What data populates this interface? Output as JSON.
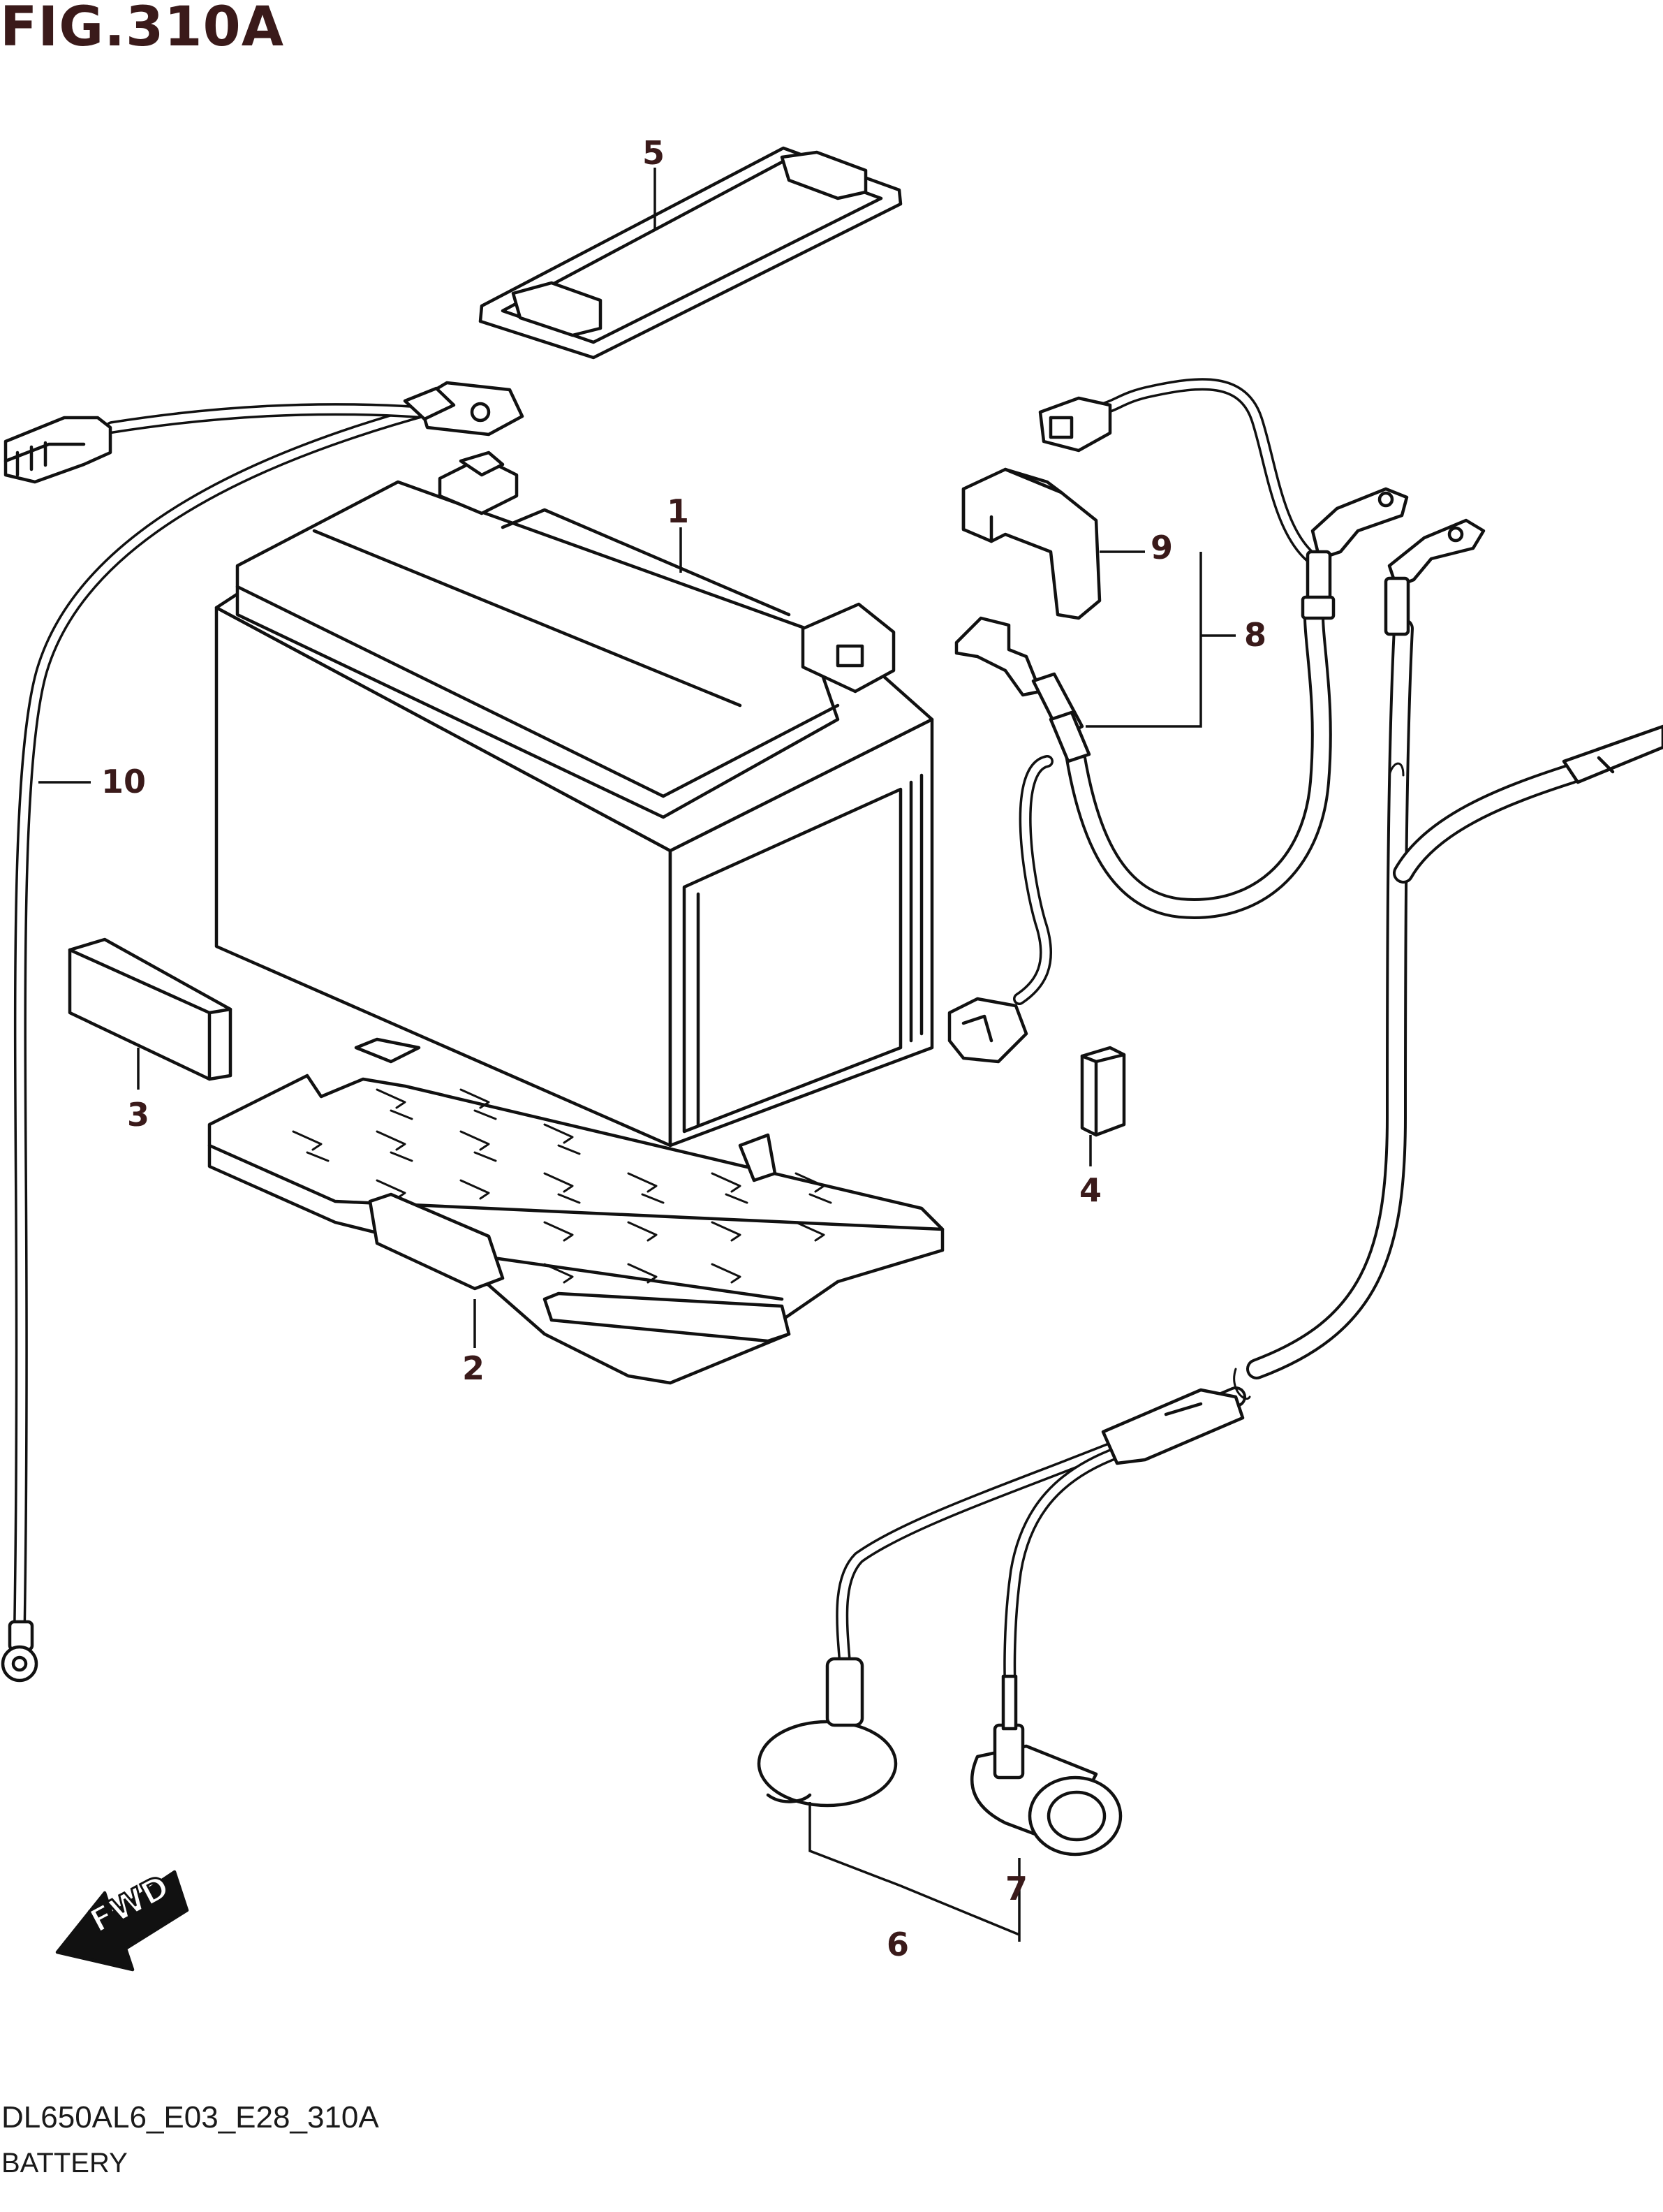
{
  "figure": {
    "title": "FIG.310A",
    "drawing_code": "DL650AL6_E03_E28_310A",
    "name": "BATTERY"
  },
  "callouts": [
    {
      "id": "1",
      "label": "1"
    },
    {
      "id": "2",
      "label": "2"
    },
    {
      "id": "3",
      "label": "3"
    },
    {
      "id": "4",
      "label": "4"
    },
    {
      "id": "5",
      "label": "5"
    },
    {
      "id": "6",
      "label": "6"
    },
    {
      "id": "7",
      "label": "7"
    },
    {
      "id": "8",
      "label": "8"
    },
    {
      "id": "9",
      "label": "9"
    },
    {
      "id": "10",
      "label": "10"
    }
  ],
  "direction_marker": {
    "label": "FWD",
    "icon": "forward-arrow-icon"
  },
  "colors": {
    "line": "#111111",
    "label": "#3a1a1a",
    "background": "#ffffff"
  }
}
